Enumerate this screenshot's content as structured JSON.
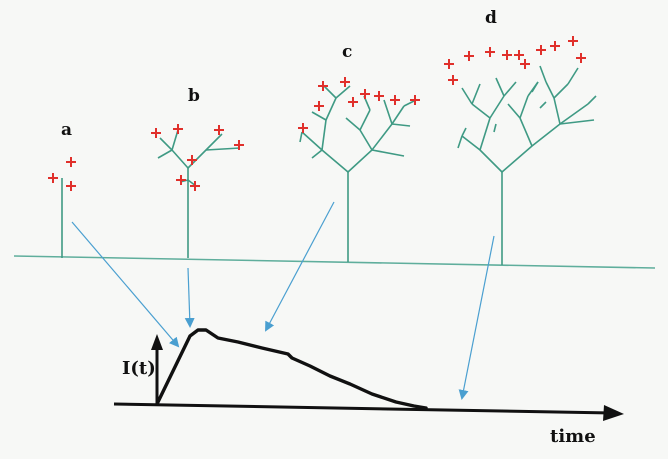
{
  "stage_labels": {
    "a": "a",
    "b": "b",
    "c": "c",
    "d": "d"
  },
  "axes": {
    "y_label": "I(t)",
    "x_label": "time"
  },
  "colors": {
    "branch": "#3f9a84",
    "ground": "#5fae9c",
    "tip": "#e0302b",
    "arrow": "#4a9fd0",
    "curve": "#111111"
  }
}
